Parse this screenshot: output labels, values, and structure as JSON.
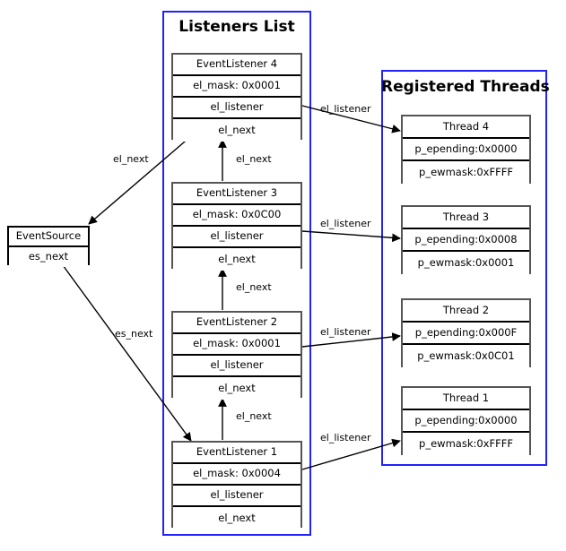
{
  "diagram": {
    "title_listeners": "Listeners List",
    "title_threads": "Registered Threads",
    "accent_color": "#2222ff",
    "box_border_color": "#555555",
    "divider_color": "#000000",
    "edge_color": "#000000",
    "background": "#ffffff"
  },
  "event_source": {
    "name": "EventSource",
    "next_field": "es_next"
  },
  "listeners": [
    {
      "title": "EventListener 4",
      "mask": "el_mask: 0x0001",
      "listener": "el_listener",
      "next": "el_next"
    },
    {
      "title": "EventListener 3",
      "mask": "el_mask: 0x0C00",
      "listener": "el_listener",
      "next": "el_next"
    },
    {
      "title": "EventListener 2",
      "mask": "el_mask: 0x0001",
      "listener": "el_listener",
      "next": "el_next"
    },
    {
      "title": "EventListener 1",
      "mask": "el_mask: 0x0004",
      "listener": "el_listener",
      "next": "el_next"
    }
  ],
  "threads": [
    {
      "title": "Thread 4",
      "epending": "p_epending:0x0000",
      "ewmask": "p_ewmask:0xFFFF"
    },
    {
      "title": "Thread 3",
      "epending": "p_epending:0x0008",
      "ewmask": "p_ewmask:0x0001"
    },
    {
      "title": "Thread 2",
      "epending": "p_epending:0x000F",
      "ewmask": "p_ewmask:0x0C01"
    },
    {
      "title": "Thread 1",
      "epending": "p_epending:0x0000",
      "ewmask": "p_ewmask:0xFFFF"
    }
  ],
  "edge_labels": {
    "src_from_l4": "el_next",
    "src_to_l1": "es_next",
    "l3_to_l4": "el_next",
    "l2_to_l3": "el_next",
    "l1_to_l2": "el_next",
    "l4_to_t4": "el_listener",
    "l3_to_t3": "el_listener",
    "l2_to_t2": "el_listener",
    "l1_to_t1": "el_listener"
  }
}
